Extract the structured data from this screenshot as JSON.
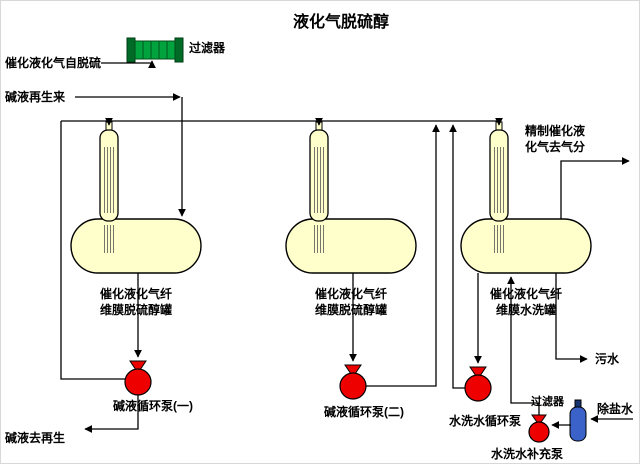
{
  "title": "液化气脱硫醇",
  "colors": {
    "title": "#FF0000",
    "vessel_fill": "#FFFFCC",
    "vessel_stroke": "#000000",
    "pump_fill": "#EE0000",
    "filter_green": "#00A33D",
    "filter_green_dark": "#006B26",
    "filter_blue": "#3A62C8",
    "line": "#000000"
  },
  "labels": {
    "feed": "催化液化气自脱硫",
    "caustic_in": "碱液再生来",
    "filter_top": "过滤器",
    "product_line1": "精制催化液",
    "product_line2": "化气去气分",
    "sewage": "污水",
    "demin_water": "除盐水",
    "filter_small": "过滤器",
    "caustic_out": "碱液去再生"
  },
  "vessels": [
    {
      "line1": "催化液化气纤",
      "line2": "维膜脱硫醇罐"
    },
    {
      "line1": "催化液化气纤",
      "line2": "维膜脱硫醇罐"
    },
    {
      "line1": "催化液化气纤",
      "line2": "维膜水洗罐"
    }
  ],
  "pumps": [
    {
      "label": "碱液循环泵(一)"
    },
    {
      "label": "碱液循环泵(二)"
    },
    {
      "label": "水洗水循环泵"
    },
    {
      "label": "水洗水补充泵"
    }
  ]
}
